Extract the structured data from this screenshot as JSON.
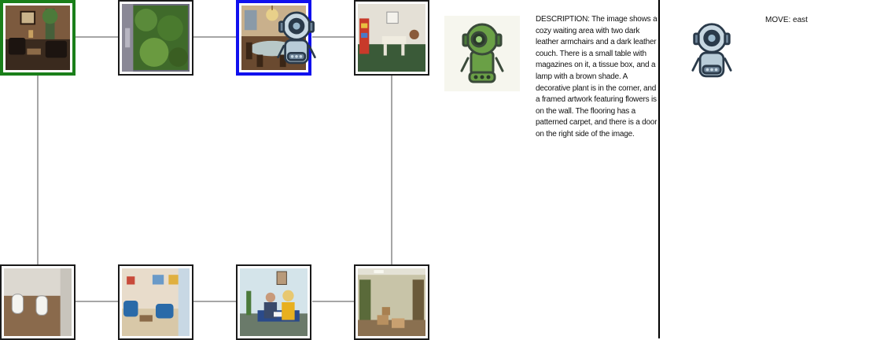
{
  "description_panel": {
    "text": "DESCRIPTION: The image shows a cozy waiting area with two dark leather armchairs and a dark leather couch. There is a small table with magazines on it, a tissue box, and a lamp with a brown shade. A decorative plant is in the corner, and a framed artwork featuring flowers is on the wall. The flooring has a patterned carpet, and there is a door on the right side of the image."
  },
  "move_panel": {
    "label": "MOVE: east"
  },
  "map": {
    "nodes": [
      {
        "id": "r1c1",
        "scene": "waiting room with leather chairs",
        "status": "start"
      },
      {
        "id": "r1c2",
        "scene": "window view of greenery",
        "status": "normal"
      },
      {
        "id": "r1c3",
        "scene": "dining room with chandelier",
        "status": "current"
      },
      {
        "id": "r1c4",
        "scene": "children's play room",
        "status": "normal"
      },
      {
        "id": "r2c1",
        "scene": "restroom with urinals",
        "status": "normal"
      },
      {
        "id": "r2c2",
        "scene": "waiting room with blue chairs",
        "status": "normal"
      },
      {
        "id": "r2c3",
        "scene": "people seated reading",
        "status": "normal"
      },
      {
        "id": "r2c4",
        "scene": "storage room with shelves",
        "status": "normal"
      }
    ],
    "edges": [
      [
        "r1c1",
        "r1c2"
      ],
      [
        "r1c2",
        "r1c3"
      ],
      [
        "r1c3",
        "r1c4"
      ],
      [
        "r1c1",
        "r2c1"
      ],
      [
        "r1c4",
        "r2c4"
      ],
      [
        "r2c1",
        "r2c2"
      ],
      [
        "r2c2",
        "r2c3"
      ],
      [
        "r2c3",
        "r2c4"
      ]
    ],
    "colors": {
      "start_border": "#1a7f1a",
      "current_border": "#1010ee",
      "edge": "#888888"
    }
  },
  "icons": {
    "agent_marker": "robot-icon",
    "robot_card": "green-robot-icon",
    "move_robot": "robot-icon"
  }
}
